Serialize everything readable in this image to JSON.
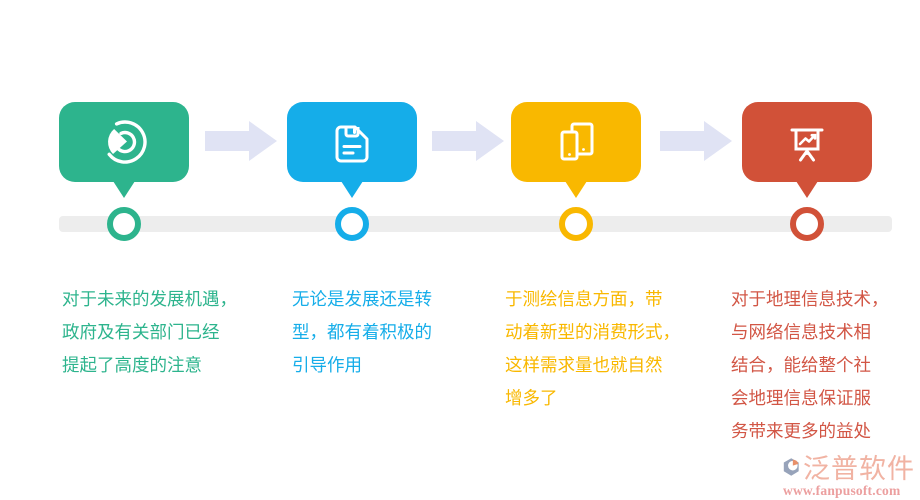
{
  "page": {
    "background": "#ffffff"
  },
  "timeline": {
    "bar_color": "#ededed",
    "arrow_color": "#e0e3f4"
  },
  "steps": [
    {
      "color": "#2db48d",
      "icon": "pie-chart-icon",
      "lines": [
        "对于未来的发展机遇，",
        "政府及有关部门已经",
        "提起了高度的注意"
      ]
    },
    {
      "color": "#15ade9",
      "icon": "save-floppy-icon",
      "lines": [
        "无论是发展还是转",
        "型，都有着积极的",
        "引导作用"
      ]
    },
    {
      "color": "#f9b800",
      "icon": "mobile-devices-icon",
      "lines": [
        "于测绘信息方面，带",
        "动着新型的消费形式，",
        "这样需求量也就自然",
        "增多了"
      ]
    },
    {
      "color": "#d15138",
      "icon": "presentation-chart-icon",
      "lines": [
        "对于地理信息技术，",
        "与网络信息技术相",
        "结合，能给整个社",
        "会地理信息保证服",
        "务带来更多的益处"
      ]
    }
  ],
  "footer_logo": {
    "title": "泛普软件",
    "url": "www.fanpusoft.com",
    "title_color": "#f1b3a3",
    "url_color": "#ec9f9f",
    "icon_colors": {
      "hexagon": "#97a3ba",
      "swoosh": "#e8906a"
    }
  }
}
